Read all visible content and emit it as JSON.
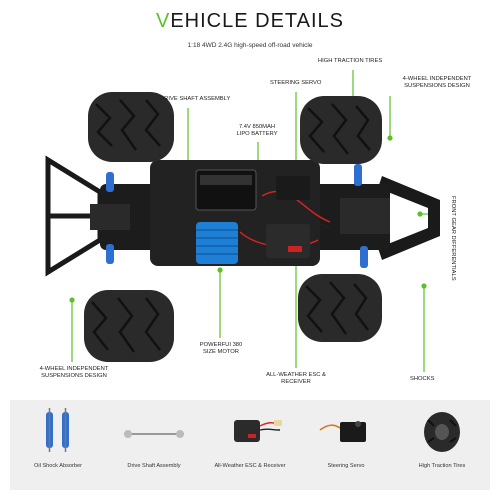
{
  "header": {
    "title_first": "V",
    "title_rest": "EHICLE DETAILS",
    "subtitle": "1:18 4WD 2.4G high-speed off-road vehicle"
  },
  "callouts": {
    "drive_shaft": "DRIVE SHAFT ASSEMBLY",
    "steering_servo": "STEERING SERVO",
    "high_traction_tires": "HIGH TRACTION TIRES",
    "suspension_right": "4-WHEEL INDEPENDENT SUSPENSIONS DESIGN",
    "battery": "7.4V 850MAH LIPO BATTERY",
    "front_gear": "FRONT GEAR DIFFERENTIALS",
    "motor": "POWERFUI 380 SIZE MOTOR",
    "suspension_left": "4-WHEEL INDEPENDENT SUSPENSIONS DESIGN",
    "esc": "ALL-WEATHER ESC & RECEIVER",
    "shocks": "SHOCKS"
  },
  "parts": [
    {
      "label": "Oil Shock Absorber",
      "icon": "shock-absorber-icon"
    },
    {
      "label": "Drive Shaft Assembly",
      "icon": "drive-shaft-icon"
    },
    {
      "label": "All-Weather ESC & Receiver",
      "icon": "esc-icon"
    },
    {
      "label": "Steering Servo",
      "icon": "servo-icon"
    },
    {
      "label": "High Traction Tires",
      "icon": "tire-icon"
    }
  ],
  "colors": {
    "accent": "#5cc02a",
    "chassis": "#1c1c1c",
    "tire": "#2a2a2a",
    "motor": "#1e7fd6",
    "shock": "#2f6fd0",
    "panel": "#efefef"
  }
}
